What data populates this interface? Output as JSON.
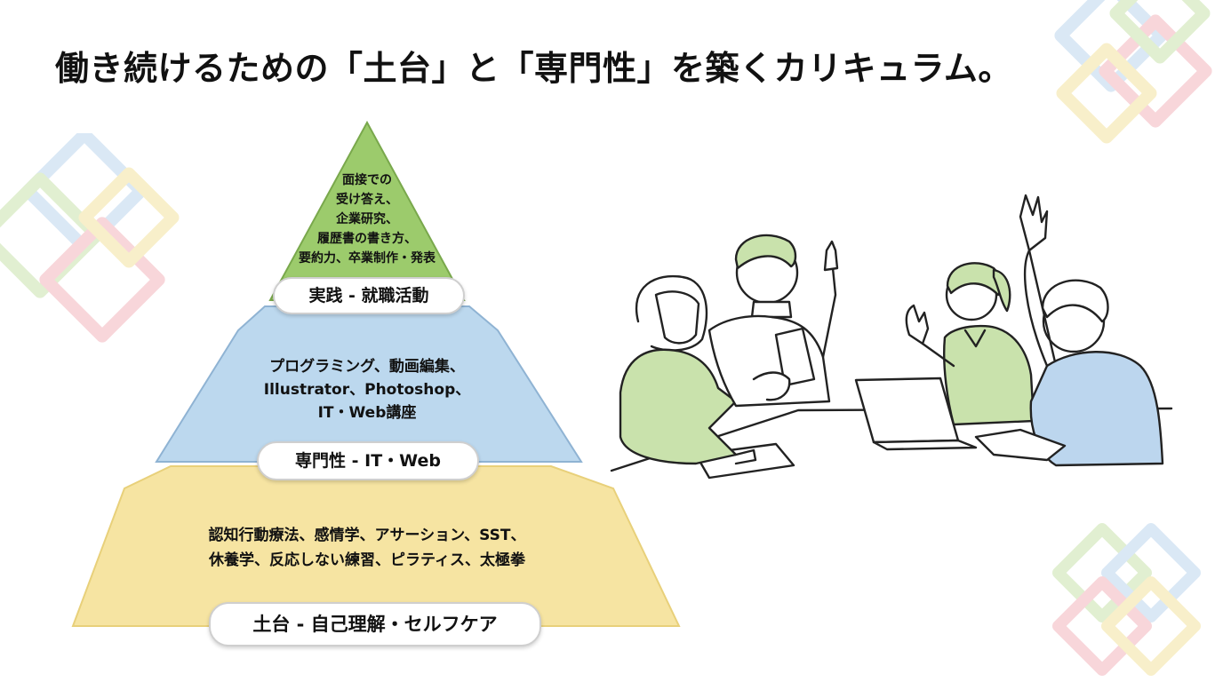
{
  "title": "働き続けるための「土台」と「専門性」を築くカリキュラム。",
  "pyramid": {
    "top": {
      "lines": [
        "面接での",
        "受け答え、",
        "企業研究、",
        "履歴書の書き方、",
        "要約力、卒業制作・発表"
      ],
      "label": "実践 - 就職活動",
      "color": "#9ccb6c"
    },
    "middle": {
      "lines": [
        "プログラミング、動画編集、",
        "Illustrator、Photoshop、",
        "IT・Web講座"
      ],
      "label": "専門性 - IT・Web",
      "color": "#bcd8ee"
    },
    "bottom": {
      "lines": [
        "認知行動療法、感情学、アサーション、SST、",
        "休養学、反応しない練習、ピラティス、太極拳"
      ],
      "label": "土台 - 自己理解・セルフケア",
      "color": "#f6e4a2"
    }
  },
  "decor_colors": [
    "#f3b5bd",
    "#bcd6ee",
    "#f4e3a0",
    "#c9e2ac"
  ]
}
